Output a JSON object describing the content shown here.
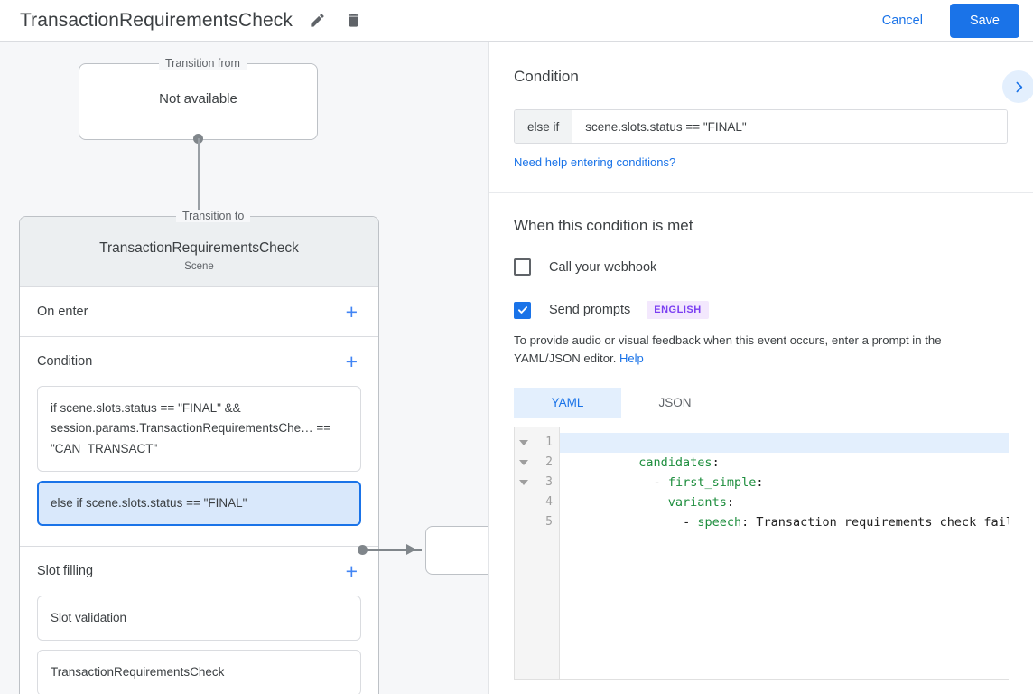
{
  "header": {
    "title": "TransactionRequirementsCheck",
    "edit_icon": "pencil-icon",
    "delete_icon": "trash-icon",
    "cancel_label": "Cancel",
    "save_label": "Save",
    "accent_color": "#1a73e8"
  },
  "canvas": {
    "transition_from": {
      "legend": "Transition from",
      "value": "Not available"
    },
    "transition_to": {
      "legend": "Transition to",
      "scene_name": "TransactionRequirementsCheck",
      "scene_subtitle": "Scene"
    },
    "sections": [
      {
        "title": "On enter",
        "add_label": "+",
        "items": []
      },
      {
        "title": "Condition",
        "add_label": "+",
        "items": [
          {
            "text": "if scene.slots.status == \"FINAL\" && session.params.TransactionRequirementsChe… == \"CAN_TRANSACT\"",
            "selected": false
          },
          {
            "text": "else if scene.slots.status == \"FINAL\"",
            "selected": true
          }
        ]
      },
      {
        "title": "Slot filling",
        "add_label": "+",
        "items": [
          {
            "text": "Slot validation",
            "selected": false
          },
          {
            "text": "TransactionRequirementsCheck",
            "selected": false
          }
        ]
      }
    ]
  },
  "panel": {
    "collapse_icon": "chevron-right-icon",
    "condition": {
      "heading": "Condition",
      "prefix": "else if",
      "expression": "scene.slots.status == \"FINAL\"",
      "help_link": "Need help entering conditions?"
    },
    "when_met": {
      "heading": "When this condition is met",
      "webhook": {
        "label": "Call your webhook",
        "checked": false
      },
      "send_prompts": {
        "label": "Send prompts",
        "checked": true,
        "language_badge": "ENGLISH"
      },
      "description": "To provide audio or visual feedback when this event occurs, enter a prompt in the YAML/JSON editor.",
      "help_link": "Help",
      "tabs": [
        {
          "label": "YAML",
          "active": true
        },
        {
          "label": "JSON",
          "active": false
        }
      ],
      "editor": {
        "line_numbers": [
          "1",
          "2",
          "3",
          "4",
          "5"
        ],
        "foldable_lines": [
          1,
          2,
          3
        ],
        "highlighted_line": 1,
        "lines": [
          {
            "key": "candidates",
            "punct": ":",
            "indent": "",
            "dash": "",
            "text": ""
          },
          {
            "key": "first_simple",
            "punct": ":",
            "indent": "  ",
            "dash": "- ",
            "text": ""
          },
          {
            "key": "variants",
            "punct": ":",
            "indent": "    ",
            "dash": "",
            "text": ""
          },
          {
            "key": "speech",
            "punct": ":",
            "indent": "      ",
            "dash": "- ",
            "text": " Transaction requirements check failed"
          },
          {
            "key": "",
            "punct": "",
            "indent": "",
            "dash": "",
            "text": ""
          }
        ]
      }
    }
  }
}
